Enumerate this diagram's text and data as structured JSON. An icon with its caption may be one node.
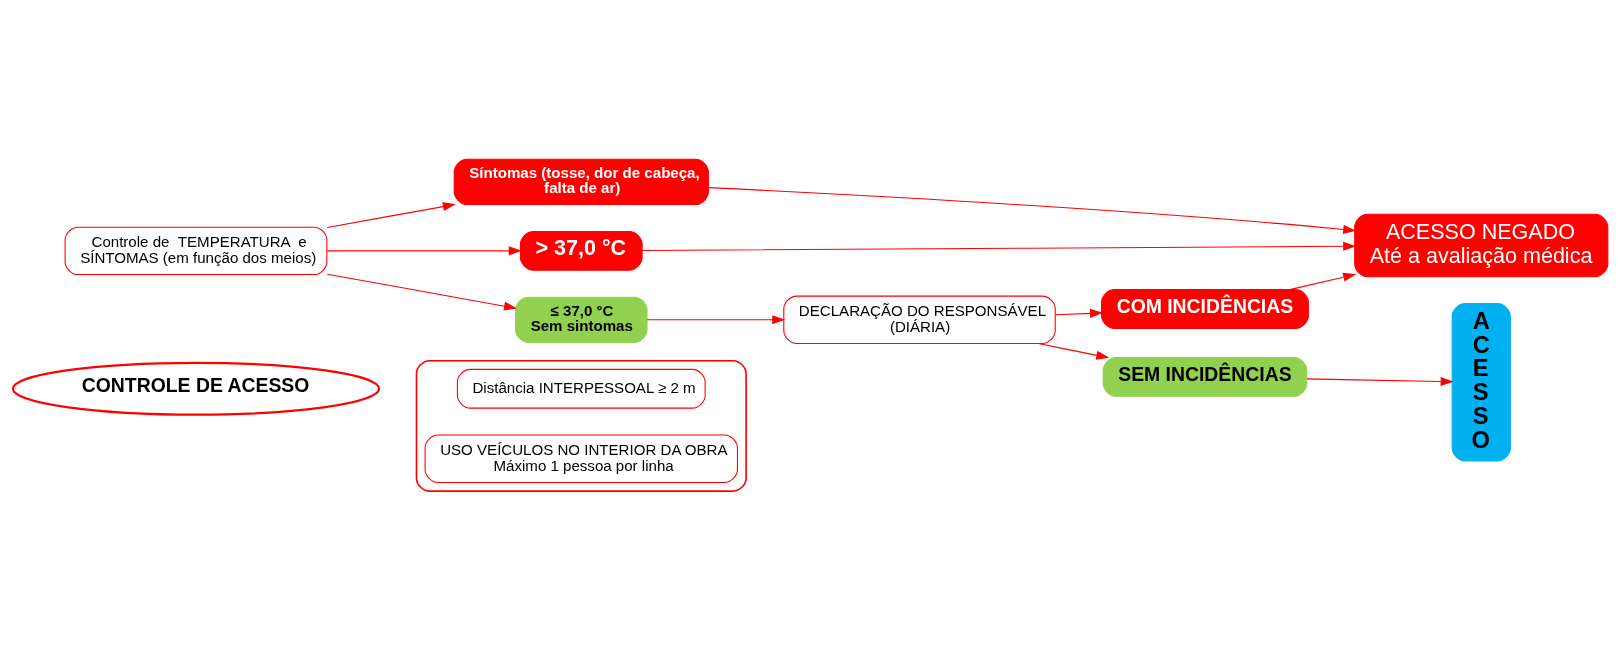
{
  "diagram": {
    "nodes": [
      {
        "text": [
          "CONTROLE DE ACESSO"
        ]
      },
      {
        "text": [],
        "shape": "box"
      },
      {
        "text": [
          "Distância INTERPESSOAL ≥ 2 m"
        ],
        "in": 1
      },
      {
        "text": [
          "USO VEÍCULOS NO INTERIOR DA OBRA Máximo 1 pessoa por linha"
        ],
        "in": 1
      },
      {
        "text": [
          "Controle de  TEMPERATURA  e SÍNTOMAS (em função dos meios)"
        ]
      },
      {
        "text": [
          "DECLARAÇÃO DO RESPONSÁVEL (DIÁRIA)"
        ]
      },
      {
        "text": [
          "A C E S S O"
        ]
      },
      {
        "text": [
          "COM INCIDÊNCIAS"
        ]
      },
      {
        "text": [
          "SEM INCIDÊNCIAS"
        ]
      },
      {
        "text": [
          "> 37,0 °C"
        ]
      },
      {
        "text": [
          "≤ 37,0 °C",
          "Sem sintomas"
        ]
      },
      {
        "text": [
          "Síntomas (tosse, dor de cabeça, falta de ar)"
        ]
      },
      {
        "text": [
          "ACESSO NEGADO",
          "Até a avaliação médica"
        ]
      }
    ],
    "edges": [
      {
        "from": 4,
        "to": 11,
        "arrow": "to"
      },
      {
        "from": 4,
        "to": 9,
        "arrow": "to"
      },
      {
        "from": 4,
        "to": 10,
        "arrow": "to"
      },
      {
        "from": 10,
        "to": 5,
        "arrow": "to"
      },
      {
        "from": 5,
        "to": 7,
        "arrow": "to"
      },
      {
        "from": 5,
        "to": 8,
        "arrow": "to"
      },
      {
        "from": 8,
        "to": 6,
        "arrow": "to"
      },
      {
        "from": 7,
        "to": 12,
        "arrow": "to"
      },
      {
        "from": 9,
        "to": 12,
        "arrow": "to"
      },
      {
        "from": 11,
        "to": 12,
        "arrow": "to"
      }
    ]
  }
}
